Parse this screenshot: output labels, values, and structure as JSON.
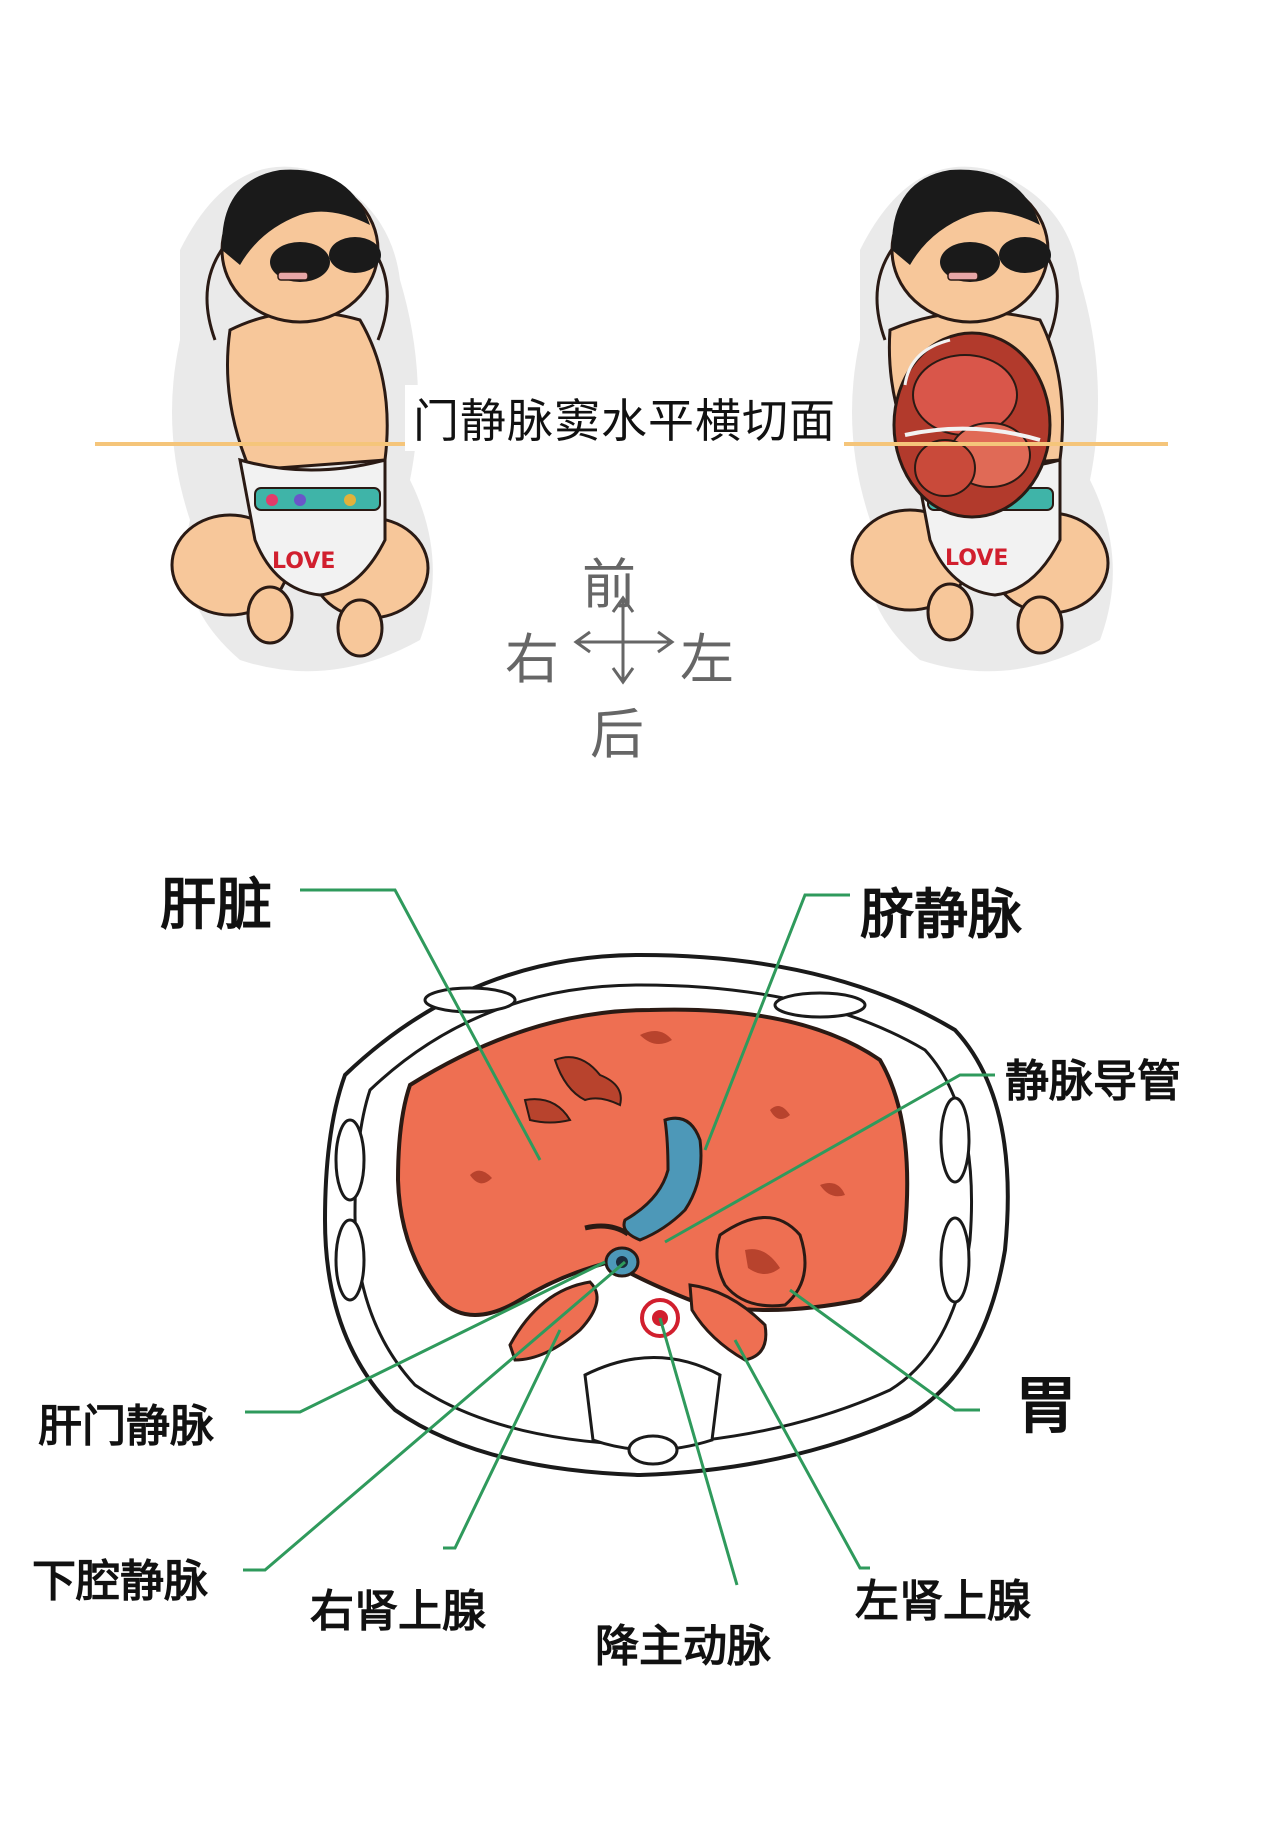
{
  "title": "门静脉窦水平横切面",
  "orientation": {
    "front": "前",
    "back": "后",
    "right": "右",
    "left": "左"
  },
  "labels": {
    "liver": "肝脏",
    "umbilical_vein": "脐静脉",
    "ductus_venosus": "静脉导管",
    "stomach": "胃",
    "portal_vein": "肝门静脉",
    "ivc": "下腔静脉",
    "right_adrenal": "右肾上腺",
    "aorta": "降主动脉",
    "left_adrenal": "左肾上腺"
  },
  "baby_text": "LOVE",
  "colors": {
    "liver": "#ee6f52",
    "vein": "#4d98b8",
    "skin": "#f7c79a",
    "diaper": "#f2f2f2",
    "cut_line": "#f5c57a",
    "leader": "#2f9a5c",
    "organ_outline": "#2a1a14"
  }
}
